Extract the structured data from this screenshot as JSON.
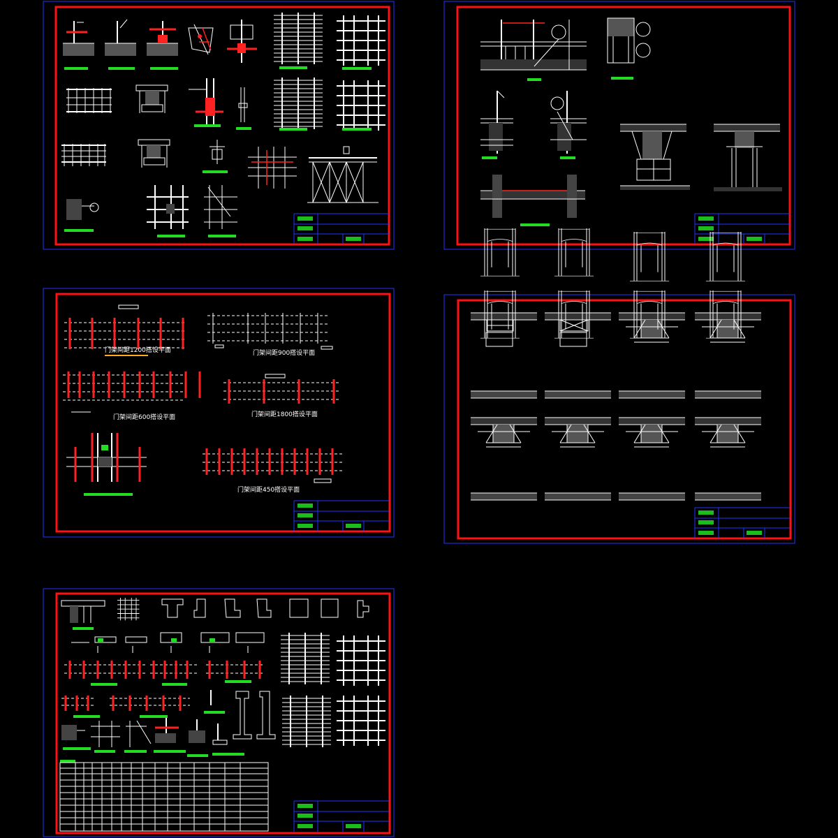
{
  "colors": {
    "background": "#000000",
    "sheet_frame": "#2233ff",
    "sheet_border": "#ff1111",
    "line_work": "#ffffff",
    "highlight": "#ff2222",
    "caption": "#22dd22"
  },
  "sheets": [
    {
      "id": "sheet-1",
      "title_block": {
        "row1": "",
        "row2": "",
        "row3": "",
        "stamp": ""
      }
    },
    {
      "id": "sheet-2",
      "title_block": {
        "row1": "",
        "row2": "",
        "row3": "",
        "stamp": ""
      }
    },
    {
      "id": "sheet-3",
      "plans": [
        {
          "label": "门架间距1200搭设平面"
        },
        {
          "label": "门架间距900搭设平面"
        },
        {
          "label": "门架间距600搭设平面"
        },
        {
          "label": "门架间距1800搭设平面"
        },
        {
          "label": "门架间距450搭设平面"
        }
      ],
      "title_block": {
        "row1": "",
        "row2": "",
        "row3": "",
        "stamp": ""
      }
    },
    {
      "id": "sheet-4",
      "title_block": {
        "row1": "",
        "row2": "",
        "row3": "",
        "stamp": ""
      }
    },
    {
      "id": "sheet-5",
      "title_block": {
        "row1": "",
        "row2": "",
        "row3": "",
        "stamp": ""
      }
    }
  ]
}
